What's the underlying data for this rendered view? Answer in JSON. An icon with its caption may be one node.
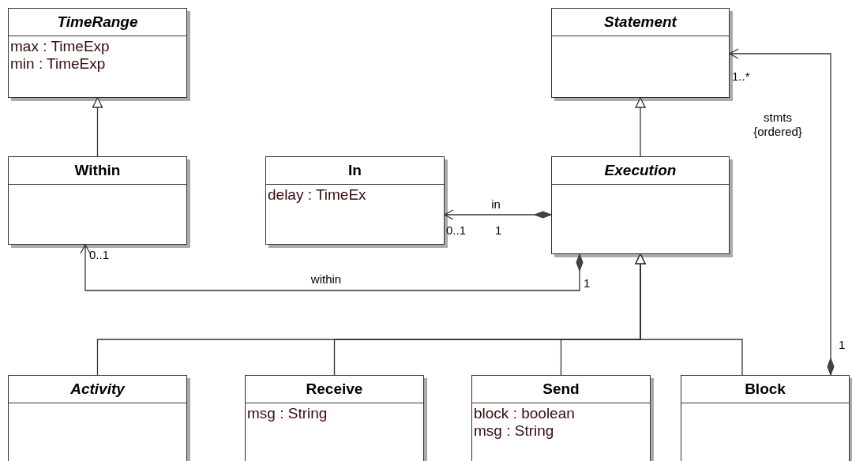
{
  "diagram": {
    "nodes": [
      {
        "text": [
          "TimeRange",
          "max : TimeExp",
          "min : TimeExp"
        ]
      },
      {
        "text": [
          "Statement"
        ]
      },
      {
        "text": [
          "Within"
        ]
      },
      {
        "text": [
          "In",
          "delay : TimeEx"
        ]
      },
      {
        "text": [
          "Execution"
        ]
      },
      {
        "text": [
          "Activity"
        ]
      },
      {
        "text": [
          "Receive",
          "msg : String"
        ]
      },
      {
        "text": [
          "Send",
          "block : boolean",
          "msg : String"
        ]
      },
      {
        "text": [
          "Block"
        ]
      }
    ],
    "edges": [
      {
        "from": 2,
        "to": 0,
        "arrow": "to"
      },
      {
        "from": 4,
        "to": 1,
        "arrow": "to"
      },
      {
        "from": 4,
        "to": 3,
        "arrow": "to",
        "label": "in"
      },
      {
        "from": 4,
        "to": 2,
        "arrow": "to",
        "label": "within"
      },
      {
        "from": 8,
        "to": 1,
        "arrow": "to",
        "label": "stmts {ordered}"
      },
      {
        "from": 5,
        "to": 4,
        "arrow": "to"
      },
      {
        "from": 6,
        "to": 4,
        "arrow": "to"
      },
      {
        "from": 7,
        "to": 4,
        "arrow": "to"
      },
      {
        "from": 8,
        "to": 4,
        "arrow": "to"
      }
    ],
    "labels": [
      "1..*",
      "0..1",
      "1",
      "0..1",
      "1",
      "1"
    ]
  }
}
